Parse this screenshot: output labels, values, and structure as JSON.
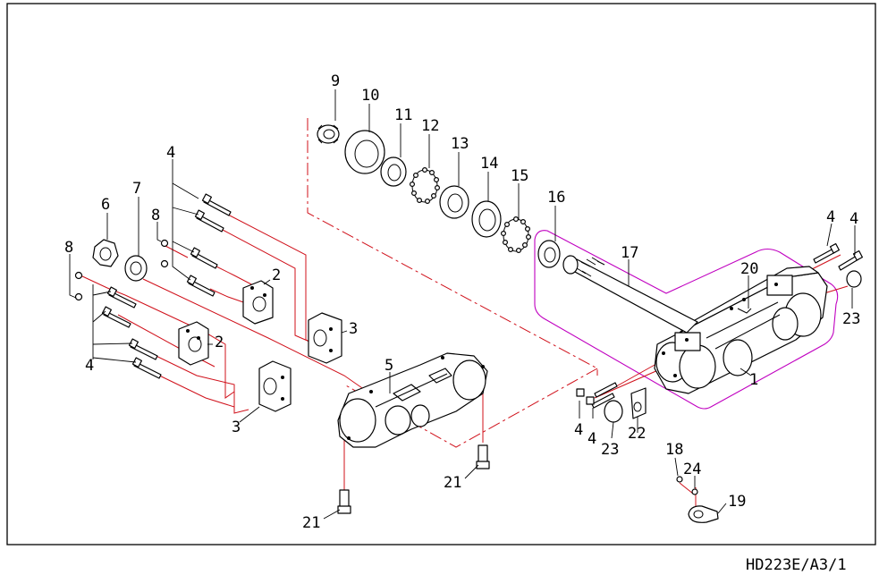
{
  "drawing_code": "HD223E/A3/1",
  "labels": {
    "l1": "1",
    "l2a": "2",
    "l2b": "2",
    "l3a": "3",
    "l3b": "3",
    "l4a": "4",
    "l4b": "4",
    "l4c": "4",
    "l4d": "4",
    "l4e": "4",
    "l4f": "4",
    "l5": "5",
    "l6": "6",
    "l7": "7",
    "l8a": "8",
    "l8b": "8",
    "l9": "9",
    "l10": "10",
    "l11": "11",
    "l12": "12",
    "l13": "13",
    "l14": "14",
    "l15": "15",
    "l16": "16",
    "l17": "17",
    "l18": "18",
    "l19": "19",
    "l20": "20",
    "l21a": "21",
    "l21b": "21",
    "l22": "22",
    "l23a": "23",
    "l23b": "23",
    "l24": "24"
  },
  "colors": {
    "line": "#000000",
    "assembly_line": "#d0101a",
    "sub_group_outline": "#c000c0",
    "background": "#ffffff"
  }
}
